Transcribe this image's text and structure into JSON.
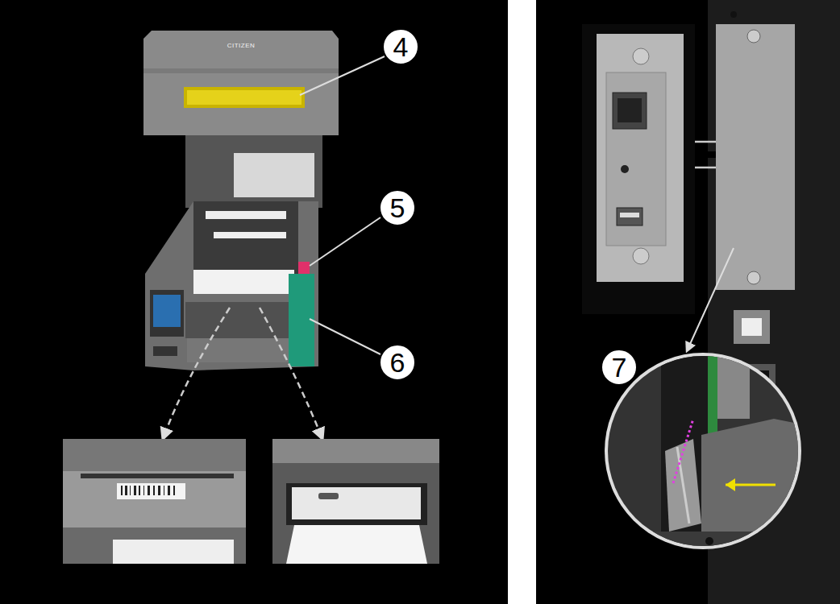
{
  "diagram": {
    "nodes": [
      {
        "text": [
          "4"
        ]
      },
      {
        "text": [
          "5"
        ]
      },
      {
        "text": [
          "6"
        ]
      },
      {
        "text": [
          "7"
        ]
      }
    ],
    "labels": [
      "CITIZEN"
    ]
  }
}
